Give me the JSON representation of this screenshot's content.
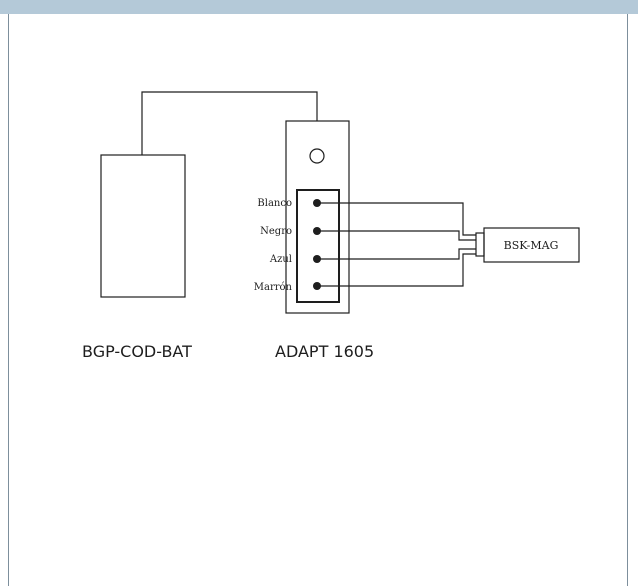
{
  "labels": {
    "battery": "BGP-COD-BAT",
    "adapter": "ADAPT 1605",
    "magnet": "BSK-MAG"
  },
  "wires": [
    "Blanco",
    "Negro",
    "Azul",
    "Marrón"
  ],
  "colors": {
    "header_band": "#b4c9d8",
    "line": "#1e1e1e"
  }
}
